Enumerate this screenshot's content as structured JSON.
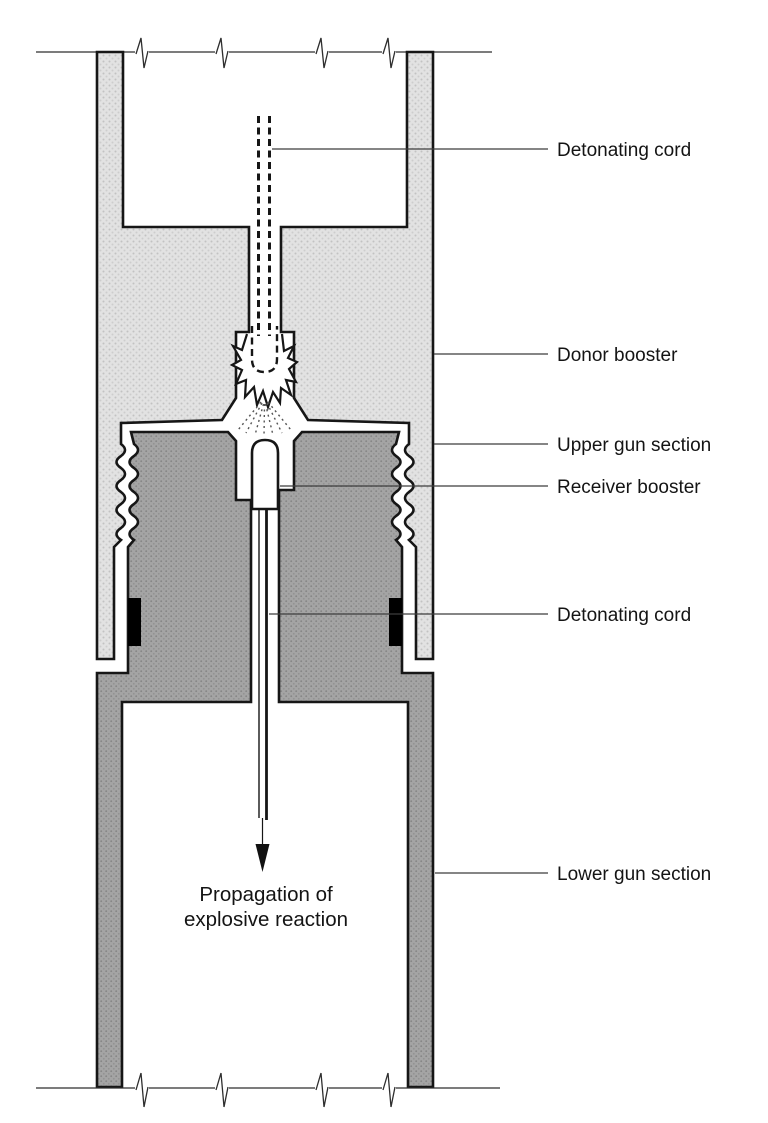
{
  "labels": {
    "detonating_cord_upper": "Detonating cord",
    "donor_booster": "Donor booster",
    "upper_gun_section": "Upper gun section",
    "receiver_booster": "Receiver booster",
    "detonating_cord_lower": "Detonating cord",
    "lower_gun_section": "Lower gun section"
  },
  "caption": {
    "line1": "Propagation of",
    "line2": "explosive reaction"
  },
  "colors": {
    "background": "#ffffff",
    "outline": "#161616",
    "upper_section_fill": "#e2e2e2",
    "upper_section_dots": "#c2c2c2",
    "lower_section_fill": "#a4a4a4",
    "lower_section_dots": "#858585",
    "seal": "#000000",
    "leader_line": "#3c3c3c"
  }
}
